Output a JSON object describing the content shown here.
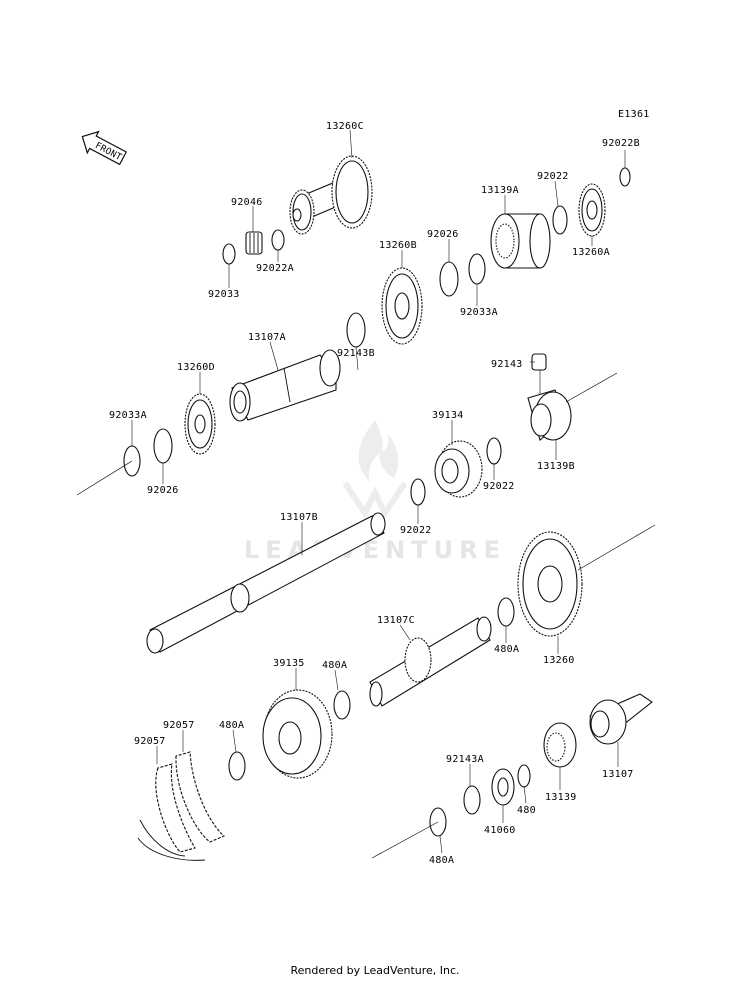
{
  "diagram_code": "E1361",
  "front_label": "FRONT",
  "watermark": "LEADVENTURE",
  "footer": "Rendered by LeadVenture, Inc.",
  "parts": [
    {
      "id": "p-13260C",
      "label": "13260C"
    },
    {
      "id": "p-92046",
      "label": "92046"
    },
    {
      "id": "p-92022A",
      "label": "92022A"
    },
    {
      "id": "p-92033",
      "label": "92033"
    },
    {
      "id": "p-13139A",
      "label": "13139A"
    },
    {
      "id": "p-92022",
      "label": "92022"
    },
    {
      "id": "p-92022B",
      "label": "92022B"
    },
    {
      "id": "p-13260A",
      "label": "13260A"
    },
    {
      "id": "p-92026",
      "label": "92026"
    },
    {
      "id": "p-92033A",
      "label": "92033A"
    },
    {
      "id": "p-13260B",
      "label": "13260B"
    },
    {
      "id": "p-13107A",
      "label": "13107A"
    },
    {
      "id": "p-92143B",
      "label": "92143B"
    },
    {
      "id": "p-92143",
      "label": "92143"
    },
    {
      "id": "p-13260D",
      "label": "13260D"
    },
    {
      "id": "p-92033A-2",
      "label": "92033A"
    },
    {
      "id": "p-92026-2",
      "label": "92026"
    },
    {
      "id": "p-39134",
      "label": "39134"
    },
    {
      "id": "p-13139B",
      "label": "13139B"
    },
    {
      "id": "p-92022-2",
      "label": "92022"
    },
    {
      "id": "p-92022-3",
      "label": "92022"
    },
    {
      "id": "p-13107B",
      "label": "13107B"
    },
    {
      "id": "p-13107C",
      "label": "13107C"
    },
    {
      "id": "p-480A",
      "label": "480A"
    },
    {
      "id": "p-13260",
      "label": "13260"
    },
    {
      "id": "p-39135",
      "label": "39135"
    },
    {
      "id": "p-480A-2",
      "label": "480A"
    },
    {
      "id": "p-480A-3",
      "label": "480A"
    },
    {
      "id": "p-92057",
      "label": "92057"
    },
    {
      "id": "p-92057-2",
      "label": "92057"
    },
    {
      "id": "p-92143A",
      "label": "92143A"
    },
    {
      "id": "p-480",
      "label": "480"
    },
    {
      "id": "p-13139",
      "label": "13139"
    },
    {
      "id": "p-13107",
      "label": "13107"
    },
    {
      "id": "p-41060",
      "label": "41060"
    },
    {
      "id": "p-480A-4",
      "label": "480A"
    }
  ]
}
